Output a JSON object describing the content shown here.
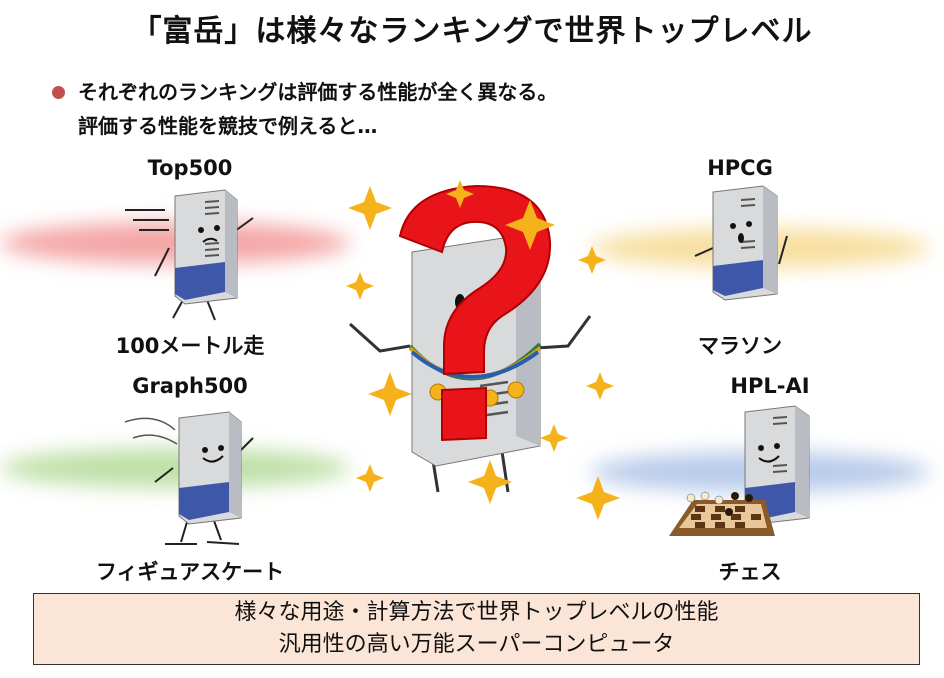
{
  "title": "「富岳」は様々なランキングで世界トップレベル",
  "bullet": {
    "line1": "それぞれのランキングは評価する性能が全く異なる。",
    "line2": "評価する性能を競技で例えると…"
  },
  "rankings": {
    "top500": {
      "name": "Top500",
      "sport": "100メートル走"
    },
    "graph500": {
      "name": "Graph500",
      "sport": "フィギュアスケート"
    },
    "hpcg": {
      "name": "HPCG",
      "sport": "マラソン"
    },
    "hplai": {
      "name": "HPL-AI",
      "sport": "チェス"
    }
  },
  "summary": {
    "line1": "様々な用途・計算方法で世界トップレベルの性能",
    "line2": "汎用性の高い万能スーパーコンピュータ"
  },
  "colors": {
    "bullet": "#c0504d",
    "glow_red": "#f4a6a6",
    "glow_yellow": "#f8dfa0",
    "glow_green": "#bfe0a8",
    "glow_blue": "#b8cbea",
    "question_mark": "#e8141a",
    "summary_bg": "#fbe5d6",
    "sparkle": "#f5b21a"
  },
  "icons": [
    "server-character-icon",
    "question-mark-icon",
    "sparkle-icon",
    "chess-board-icon",
    "medal-icon"
  ]
}
